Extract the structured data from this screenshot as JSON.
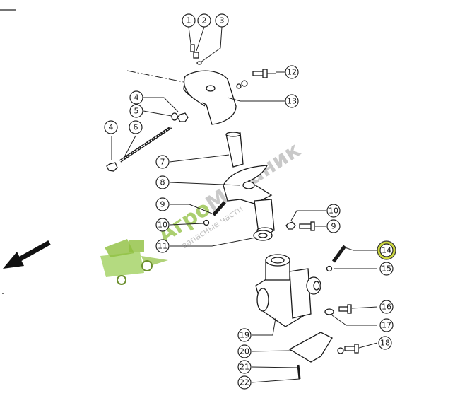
{
  "callouts": [
    {
      "id": "1",
      "label": "1"
    },
    {
      "id": "2",
      "label": "2"
    },
    {
      "id": "3",
      "label": "3"
    },
    {
      "id": "4a",
      "label": "4"
    },
    {
      "id": "5",
      "label": "5"
    },
    {
      "id": "4b",
      "label": "4"
    },
    {
      "id": "6",
      "label": "6"
    },
    {
      "id": "7",
      "label": "7"
    },
    {
      "id": "8",
      "label": "8"
    },
    {
      "id": "9a",
      "label": "9"
    },
    {
      "id": "10a",
      "label": "10"
    },
    {
      "id": "11",
      "label": "11"
    },
    {
      "id": "10b",
      "label": "10"
    },
    {
      "id": "9b",
      "label": "9"
    },
    {
      "id": "12",
      "label": "12"
    },
    {
      "id": "13",
      "label": "13"
    },
    {
      "id": "14",
      "label": "14"
    },
    {
      "id": "15",
      "label": "15"
    },
    {
      "id": "16",
      "label": "16"
    },
    {
      "id": "17",
      "label": "17"
    },
    {
      "id": "18",
      "label": "18"
    },
    {
      "id": "19",
      "label": "19"
    },
    {
      "id": "20",
      "label": "20"
    },
    {
      "id": "21",
      "label": "21"
    },
    {
      "id": "22",
      "label": "22"
    }
  ],
  "highlight": {
    "callout": "14",
    "color": "#c8d42a"
  },
  "watermark": {
    "brand_prefix": "Агро",
    "brand_suffix": "Механик",
    "tagline": "запасные части",
    "color": "#8fbf3f"
  },
  "direction_arrow": {
    "icon": "arrow-down-left-icon"
  }
}
